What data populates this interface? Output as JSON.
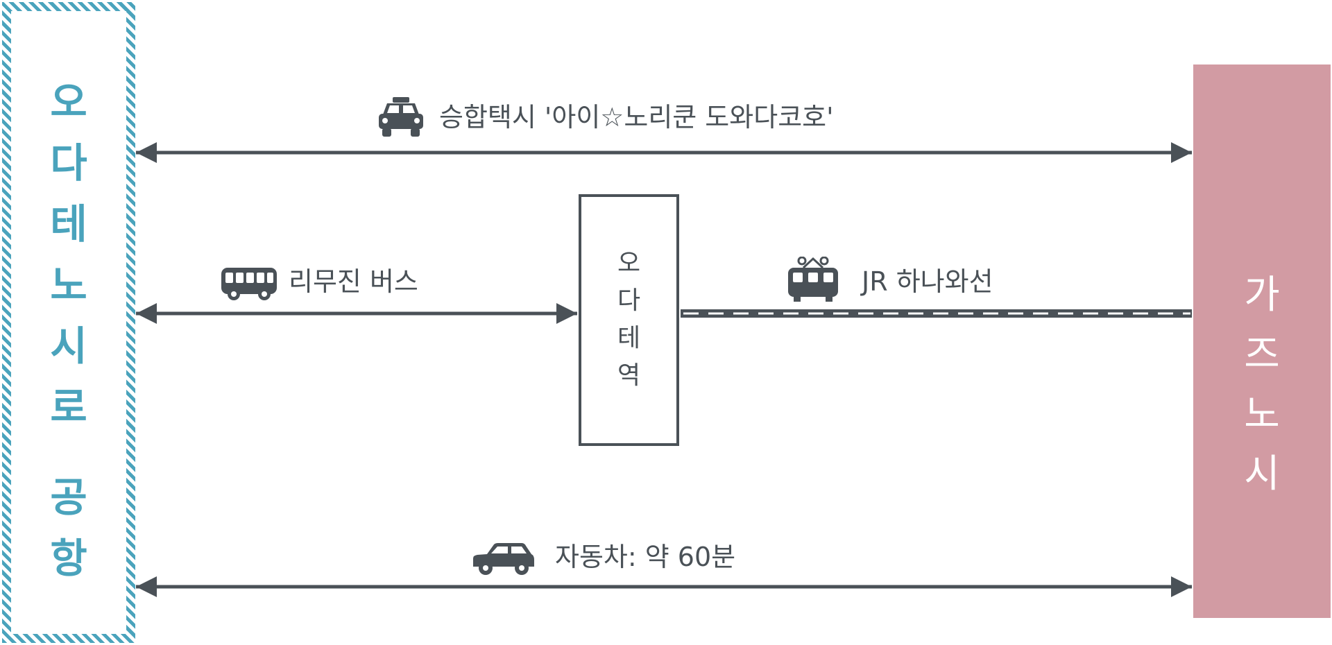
{
  "diagram": {
    "airport": {
      "chars": [
        "오",
        "다",
        "테",
        "노",
        "시",
        "로",
        "공",
        "항"
      ],
      "color": "#4aa3bc"
    },
    "city": {
      "chars": [
        "가",
        "즈",
        "노",
        "시"
      ],
      "color": "#d29ba3",
      "text_color": "#ffffff"
    },
    "station": {
      "chars": [
        "오",
        "다",
        "테",
        "역"
      ]
    },
    "routes": {
      "taxi": {
        "label": "승합택시 '아이☆노리쿤 도와다코호'",
        "icon": "taxi-icon"
      },
      "bus": {
        "label": "리무진 버스",
        "icon": "bus-icon"
      },
      "train": {
        "label": "JR 하나와선",
        "icon": "train-icon"
      },
      "car": {
        "label": "자동차: 약 60분",
        "icon": "car-icon"
      }
    },
    "colors": {
      "line": "#4a5157"
    }
  }
}
